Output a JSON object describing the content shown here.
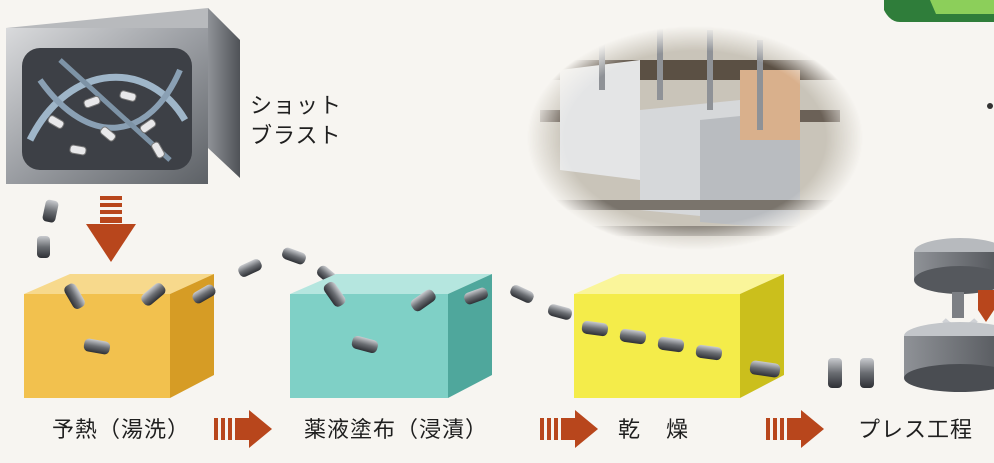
{
  "shot_blast": {
    "line1": "ショット",
    "line2": "ブラスト"
  },
  "steps": [
    {
      "id": "preheat",
      "label": "予熱（湯洗）"
    },
    {
      "id": "coating",
      "label": "薬液塗布（浸漬）"
    },
    {
      "id": "drying",
      "label": "乾燥"
    },
    {
      "id": "press",
      "label": "プレス工程"
    }
  ],
  "colors": {
    "preheat_tank": "#f2c14e",
    "coating_tank": "#7fd0c6",
    "drying_tank": "#f4ec4a",
    "arrow": "#b8461c",
    "machine": "#8a8d92"
  },
  "icons": [
    "flow-arrow-icon",
    "down-arrow-icon",
    "part-slug-icon"
  ]
}
